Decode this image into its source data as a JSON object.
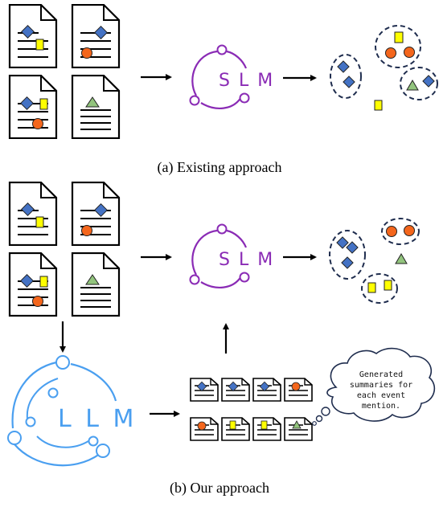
{
  "captions": {
    "existing": "(a) Existing approach",
    "ours": "(b) Our approach"
  },
  "slm_label": "S L M",
  "llm_label": "L L M",
  "cloud_lines": [
    "Generated",
    "summaries for",
    "each event",
    "mention."
  ],
  "colors": {
    "blue_diamond": "#4472c4",
    "yellow_rect": "#ffff00",
    "orange_circle": "#f4661c",
    "green_triangle": "#92c47d",
    "slm_purple": "#8a2bb5",
    "llm_blue": "#4a9ff0",
    "cluster_outline": "#1f2d4e"
  }
}
